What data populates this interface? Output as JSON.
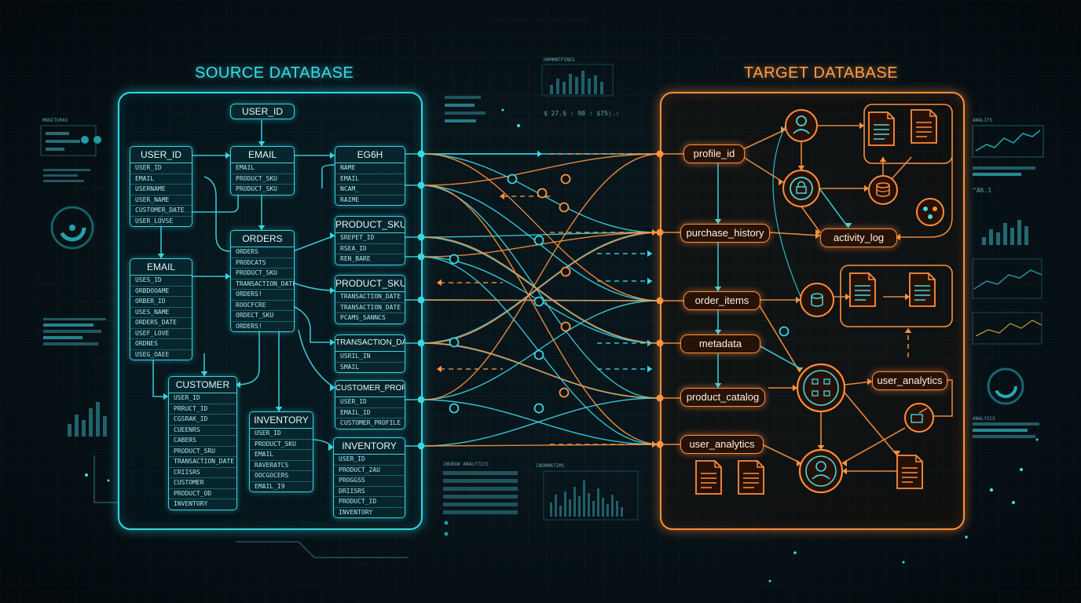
{
  "headings": {
    "source": "SOURCE DATABASE",
    "target": "TARGET DATABASE"
  },
  "source": {
    "pill_user_id": "USER_ID",
    "tables": [
      {
        "key": "user_id",
        "title": "USER_ID",
        "rows": [
          "USER_ID",
          "EMAIL",
          "USERNAME",
          "USER_NAME",
          "CUSTOMER_DATE",
          "USER_LOVSE"
        ]
      },
      {
        "key": "email_top",
        "title": "EMAIL",
        "rows": [
          "EMAIL",
          "PRODUCT_SKU",
          "PRODUCT_SKU"
        ]
      },
      {
        "key": "eg6h",
        "title": "EG6H",
        "rows": [
          "NAME",
          "EMAIL",
          "NCAM_",
          "RAIME"
        ]
      },
      {
        "key": "orders",
        "title": "ORDERS",
        "rows": [
          "ORDERS",
          "PRODCATS",
          "PRODUCT_SKU",
          "TRANSACTION_DATE",
          "ORDERS!",
          "ROOCFCRE",
          "ORDECT_SKU",
          "ORDERS!"
        ]
      },
      {
        "key": "product_sku_1",
        "title": "PRODUCT_SKU",
        "rows": [
          "SREPET_ID",
          "RSEA_ID",
          "REN_BARE"
        ]
      },
      {
        "key": "email_left",
        "title": "EMAIL",
        "rows": [
          "USES_ID",
          "ORBDOOAME",
          "ORBER_ID",
          "USES_NAME",
          "ORDERS_DATE",
          "USEF_LOVE",
          "ORDNES",
          "USEG_OAEE"
        ]
      },
      {
        "key": "product_sku_2",
        "title": "PRODUCT_SKU",
        "rows": [
          "TRANSACTION_DATE",
          "TRANSACTION_DATE",
          "PCAMS_SANNCS"
        ]
      },
      {
        "key": "transaction_date",
        "title": "TRANSACTION_DATE",
        "rows": [
          "USRIL_IN",
          "SMAIL"
        ]
      },
      {
        "key": "customer_profile",
        "title": "CUSTOMER_PROFILE",
        "rows": [
          "USER_ID",
          "EMAIL_ID",
          "CUSTOMER_PROFILE"
        ]
      },
      {
        "key": "customer",
        "title": "CUSTOMER",
        "rows": [
          "USER_ID",
          "PRRUCT_ID",
          "CGSRAK_ID",
          "CUEENRS",
          "CABERS",
          "PRODUCT_SRU",
          "TRANSACTION_DATE",
          "CRIISRS",
          "CUSTOMER",
          "PRODUCT_OD",
          "INVENTORY"
        ]
      },
      {
        "key": "inventory_1",
        "title": "INVENTORY",
        "rows": [
          "USER_ID",
          "PRODUCT_SKU",
          "EMAIL",
          "RAVERATCS",
          "OOCGOCERS",
          "EMAIL_I9"
        ]
      },
      {
        "key": "inventory_2",
        "title": "INVENTORY",
        "rows": [
          "USER_ID",
          "PRODUCT_2AU",
          "PROGGSS",
          "DRIISRS",
          "PRODUCT_ID",
          "INVENTORY"
        ]
      }
    ]
  },
  "target": {
    "nodes": {
      "profile_id": "profile_id",
      "purchase_history": "purchase_history",
      "activity_log": "activity_log",
      "order_items": "order_items",
      "metadata": "metadata",
      "product_catalog": "product_catalog",
      "user_analytics_left": "user_analytics",
      "user_analytics_right": "user_analytics"
    }
  },
  "decor": {
    "side_left_label": "MONITORAS",
    "mid_bottom_label": "INGRAW ANALYTICS",
    "mid_bottom_label_2": "INORMATIMS",
    "mid_top_label": "HRMMNTPINES",
    "right_top_label": "ANALITS",
    "right_bottom_label": "ANALYICS",
    "mid_stats": "$ 27.§ :   90  :  $75¦.:",
    "right_stat": "°A6.1",
    "colors": {
      "source": "#34d7e3",
      "target": "#ff8e3c",
      "background": "#08151b"
    }
  }
}
